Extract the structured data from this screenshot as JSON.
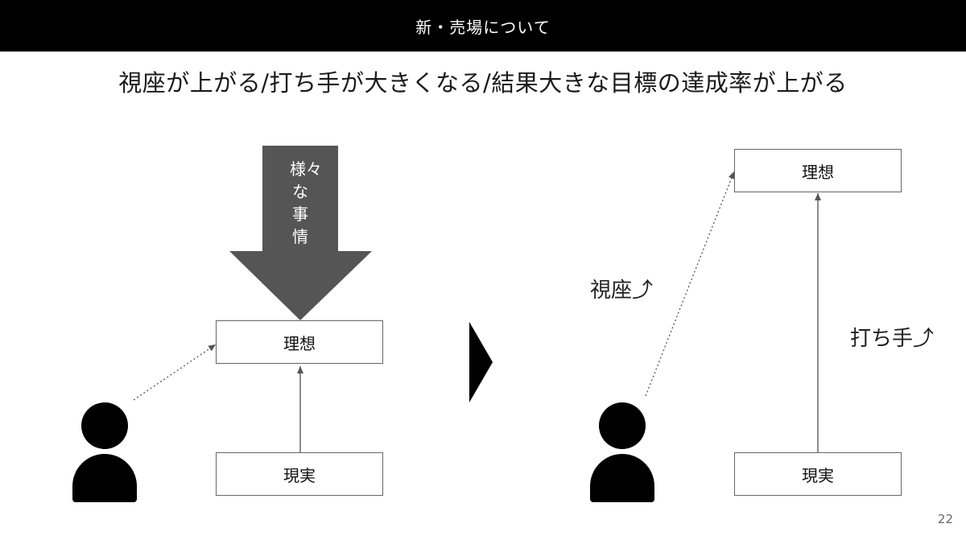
{
  "header": {
    "title": "新・売場について"
  },
  "headline": "視座が上がる/打ち手が大きくなる/結果大きな目標の達成率が上がる",
  "left_diagram": {
    "arrow_text": "様々な事情",
    "ideal_label": "理想",
    "reality_label": "現実"
  },
  "right_diagram": {
    "ideal_label": "理想",
    "reality_label": "現実",
    "viewpoint_label": "視座⤴",
    "measures_label": "打ち手⤴"
  },
  "page_number": "22",
  "colors": {
    "header_bg": "#000000",
    "arrow_fill": "#555555",
    "line": "#666666"
  }
}
